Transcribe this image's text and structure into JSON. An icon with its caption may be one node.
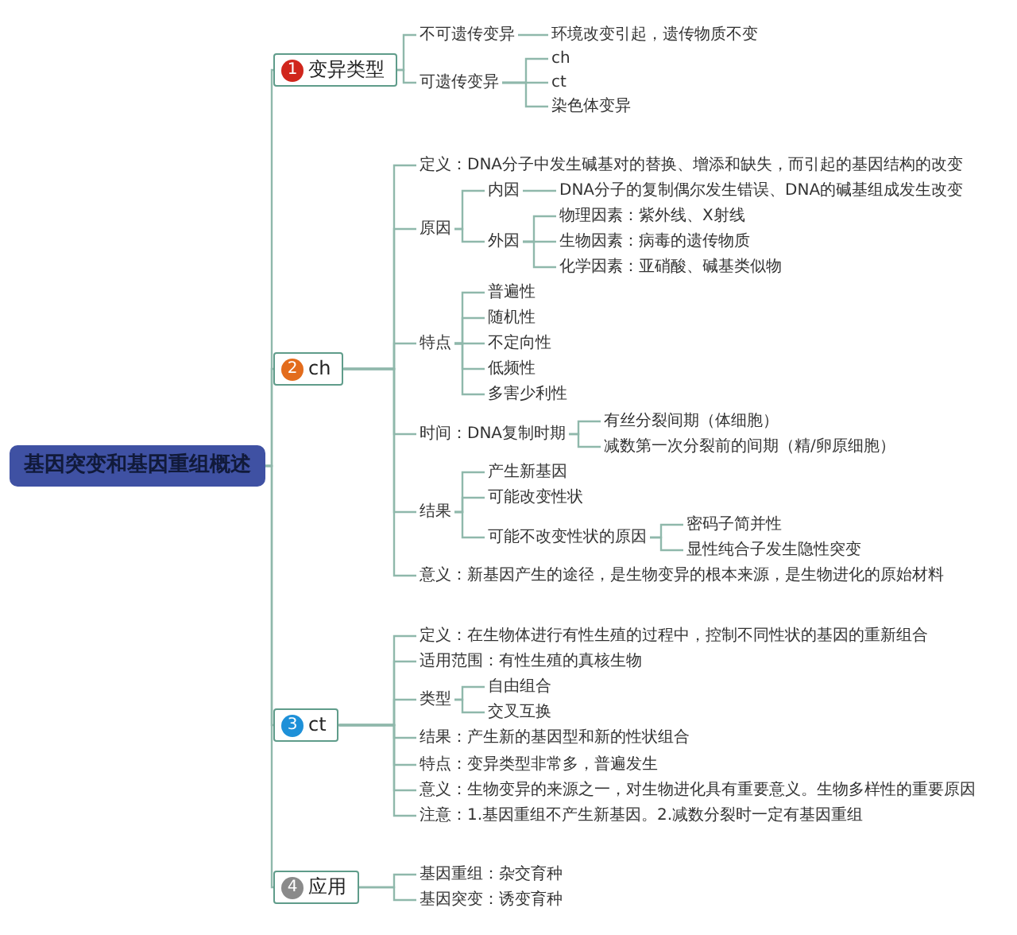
{
  "diagram": {
    "nodes": [
      {
        "text": [
          "基因突变和基因重组概述"
        ]
      },
      {
        "text": [
          "1",
          "变异类型"
        ]
      },
      {
        "text": [
          "不可遗传变异"
        ]
      },
      {
        "text": [
          "环境改变引起，遗传物质不变"
        ]
      },
      {
        "text": [
          "可遗传变异"
        ]
      },
      {
        "text": [
          "ch"
        ]
      },
      {
        "text": [
          "ct"
        ]
      },
      {
        "text": [
          "染色体变异"
        ]
      },
      {
        "text": [
          "2",
          "ch"
        ]
      },
      {
        "text": [
          "定义：DNA分子中发生碱基对的替换、增添和缺失，而引起的基因结构的改变"
        ]
      },
      {
        "text": [
          "原因"
        ]
      },
      {
        "text": [
          "内因"
        ]
      },
      {
        "text": [
          "DNA分子的复制偶尔发生错误、DNA的碱基组成发生改变"
        ]
      },
      {
        "text": [
          "外因"
        ]
      },
      {
        "text": [
          "物理因素：紫外线、X射线"
        ]
      },
      {
        "text": [
          "生物因素：病毒的遗传物质"
        ]
      },
      {
        "text": [
          "化学因素：亚硝酸、碱基类似物"
        ]
      },
      {
        "text": [
          "特点"
        ]
      },
      {
        "text": [
          "普遍性"
        ]
      },
      {
        "text": [
          "随机性"
        ]
      },
      {
        "text": [
          "不定向性"
        ]
      },
      {
        "text": [
          "低频性"
        ]
      },
      {
        "text": [
          "多害少利性"
        ]
      },
      {
        "text": [
          "时间：DNA复制时期"
        ]
      },
      {
        "text": [
          "有丝分裂间期（体细胞）"
        ]
      },
      {
        "text": [
          "减数第一次分裂前的间期（精/卵原细胞）"
        ]
      },
      {
        "text": [
          "结果"
        ]
      },
      {
        "text": [
          "产生新基因"
        ]
      },
      {
        "text": [
          "可能改变性状"
        ]
      },
      {
        "text": [
          "可能不改变性状的原因"
        ]
      },
      {
        "text": [
          "密码子简并性"
        ]
      },
      {
        "text": [
          "显性纯合子发生隐性突变"
        ]
      },
      {
        "text": [
          "意义：新基因产生的途径，是生物变异的根本来源，是生物进化的原始材料"
        ]
      },
      {
        "text": [
          "3",
          "ct"
        ]
      },
      {
        "text": [
          "定义：在生物体进行有性生殖的过程中，控制不同性状的基因的重新组合"
        ]
      },
      {
        "text": [
          "适用范围：有性生殖的真核生物"
        ]
      },
      {
        "text": [
          "类型"
        ]
      },
      {
        "text": [
          "自由组合"
        ]
      },
      {
        "text": [
          "交叉互换"
        ]
      },
      {
        "text": [
          "结果：产生新的基因型和新的性状组合"
        ]
      },
      {
        "text": [
          "特点：变异类型非常多，普遍发生"
        ]
      },
      {
        "text": [
          "意义：生物变异的来源之一，对生物进化具有重要意义。生物多样性的重要原因"
        ]
      },
      {
        "text": [
          "注意：1.基因重组不产生新基因。2.减数分裂时一定有基因重组"
        ]
      },
      {
        "text": [
          "4",
          "应用"
        ]
      },
      {
        "text": [
          "基因重组：杂交育种"
        ]
      },
      {
        "text": [
          "基因突变：诱变育种"
        ]
      }
    ],
    "edges": [
      {
        "from": 0,
        "to": 1,
        "arrow": "none"
      },
      {
        "from": 1,
        "to": 2,
        "arrow": "none"
      },
      {
        "from": 2,
        "to": 3,
        "arrow": "none"
      },
      {
        "from": 1,
        "to": 4,
        "arrow": "none"
      },
      {
        "from": 4,
        "to": 5,
        "arrow": "none"
      },
      {
        "from": 4,
        "to": 6,
        "arrow": "none"
      },
      {
        "from": 4,
        "to": 7,
        "arrow": "none"
      },
      {
        "from": 0,
        "to": 8,
        "arrow": "none"
      },
      {
        "from": 8,
        "to": 9,
        "arrow": "none"
      },
      {
        "from": 8,
        "to": 10,
        "arrow": "none"
      },
      {
        "from": 10,
        "to": 11,
        "arrow": "none"
      },
      {
        "from": 11,
        "to": 12,
        "arrow": "none"
      },
      {
        "from": 10,
        "to": 13,
        "arrow": "none"
      },
      {
        "from": 13,
        "to": 14,
        "arrow": "none"
      },
      {
        "from": 13,
        "to": 15,
        "arrow": "none"
      },
      {
        "from": 13,
        "to": 16,
        "arrow": "none"
      },
      {
        "from": 8,
        "to": 17,
        "arrow": "none"
      },
      {
        "from": 17,
        "to": 18,
        "arrow": "none"
      },
      {
        "from": 17,
        "to": 19,
        "arrow": "none"
      },
      {
        "from": 17,
        "to": 20,
        "arrow": "none"
      },
      {
        "from": 17,
        "to": 21,
        "arrow": "none"
      },
      {
        "from": 17,
        "to": 22,
        "arrow": "none"
      },
      {
        "from": 8,
        "to": 23,
        "arrow": "none"
      },
      {
        "from": 23,
        "to": 24,
        "arrow": "none"
      },
      {
        "from": 23,
        "to": 25,
        "arrow": "none"
      },
      {
        "from": 8,
        "to": 26,
        "arrow": "none"
      },
      {
        "from": 26,
        "to": 27,
        "arrow": "none"
      },
      {
        "from": 26,
        "to": 28,
        "arrow": "none"
      },
      {
        "from": 26,
        "to": 29,
        "arrow": "none"
      },
      {
        "from": 29,
        "to": 30,
        "arrow": "none"
      },
      {
        "from": 29,
        "to": 31,
        "arrow": "none"
      },
      {
        "from": 8,
        "to": 32,
        "arrow": "none"
      },
      {
        "from": 0,
        "to": 33,
        "arrow": "none"
      },
      {
        "from": 33,
        "to": 34,
        "arrow": "none"
      },
      {
        "from": 33,
        "to": 35,
        "arrow": "none"
      },
      {
        "from": 33,
        "to": 36,
        "arrow": "none"
      },
      {
        "from": 36,
        "to": 37,
        "arrow": "none"
      },
      {
        "from": 36,
        "to": 38,
        "arrow": "none"
      },
      {
        "from": 33,
        "to": 39,
        "arrow": "none"
      },
      {
        "from": 33,
        "to": 40,
        "arrow": "none"
      },
      {
        "from": 33,
        "to": 41,
        "arrow": "none"
      },
      {
        "from": 33,
        "to": 42,
        "arrow": "none"
      },
      {
        "from": 0,
        "to": 43,
        "arrow": "none"
      },
      {
        "from": 43,
        "to": 44,
        "arrow": "none"
      },
      {
        "from": 43,
        "to": 45,
        "arrow": "none"
      }
    ]
  }
}
